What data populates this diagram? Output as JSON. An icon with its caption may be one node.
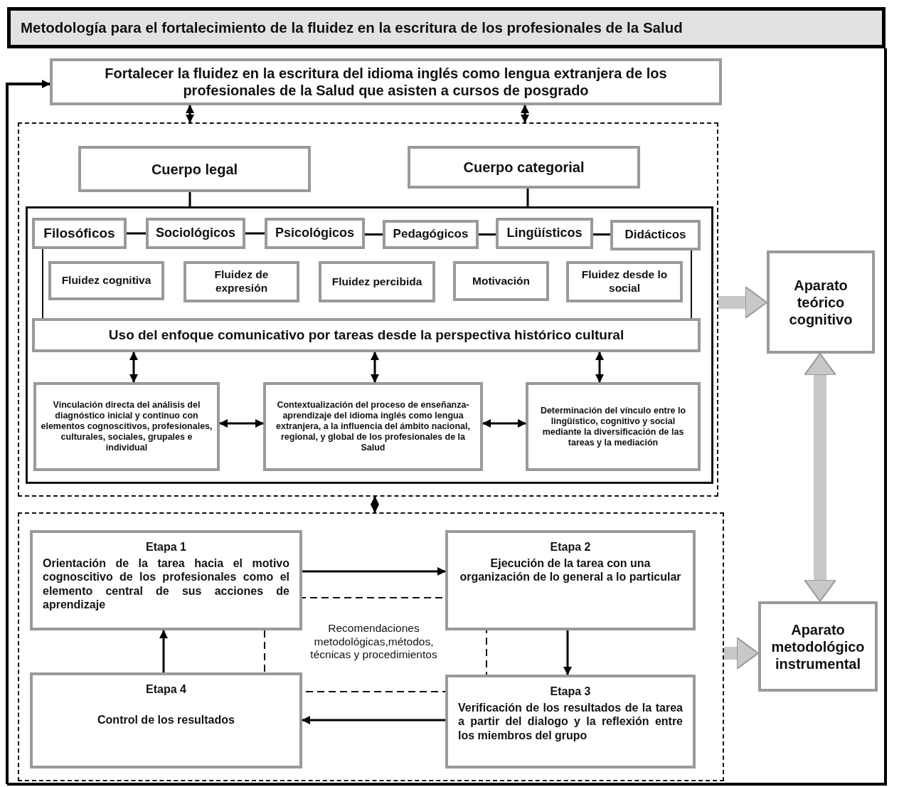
{
  "diagram": {
    "title": "Metodología para el fortalecimiento de la fluidez en la escritura de los profesionales de la Salud",
    "nodes": [
      {
        "text": [
          "Fortalecer la fluidez en la escritura del idioma inglés como lengua extranjera de los profesionales de la Salud que asisten a cursos de posgrado"
        ]
      },
      {
        "text": [],
        "shape": "box"
      },
      {
        "text": [
          "Cuerpo legal"
        ],
        "in": 1
      },
      {
        "text": [
          "Cuerpo categorial"
        ],
        "in": 1
      },
      {
        "text": [],
        "shape": "box",
        "in": 1
      },
      {
        "text": [
          "Filosóficos"
        ],
        "in": 4
      },
      {
        "text": [
          "Sociológicos"
        ],
        "in": 4
      },
      {
        "text": [
          "Psicológicos"
        ],
        "in": 4
      },
      {
        "text": [
          "Pedagógicos"
        ],
        "in": 4
      },
      {
        "text": [
          "Lingüísticos"
        ],
        "in": 4
      },
      {
        "text": [
          "Didácticos"
        ],
        "in": 4
      },
      {
        "text": [
          "Fluidez cognitiva"
        ],
        "in": 4
      },
      {
        "text": [
          "Fluidez de expresión"
        ],
        "in": 4
      },
      {
        "text": [
          "Fluidez percibida"
        ],
        "in": 4
      },
      {
        "text": [
          "Motivación"
        ],
        "in": 4
      },
      {
        "text": [
          "Fluidez desde lo social"
        ],
        "in": 4
      },
      {
        "text": [
          "Uso del enfoque comunicativo por tareas desde la perspectiva histórico cultural"
        ],
        "in": 4
      },
      {
        "text": [
          "Vinculación directa del análisis del diagnóstico inicial y continuo con elementos cognoscitivos, profesionales, culturales, sociales, grupales e individual"
        ],
        "in": 4
      },
      {
        "text": [
          "Contextualización del proceso de enseñanza-aprendizaje del idioma inglés como lengua extranjera, a la influencia del ámbito nacional, regional, y global de los profesionales de la Salud"
        ],
        "in": 4
      },
      {
        "text": [
          "Determinación del vínculo entre lo lingüístico, cognitivo y social mediante la diversificación de las tareas y la mediación"
        ],
        "in": 4
      },
      {
        "text": [],
        "shape": "box"
      },
      {
        "text": [
          "Etapa 1",
          "Orientación de la tarea hacia el motivo cognoscitivo de los profesionales como el elemento central de sus acciones de aprendizaje"
        ],
        "in": 20
      },
      {
        "text": [
          "Etapa 2",
          "Ejecución de la tarea con una organización de lo general a lo particular"
        ],
        "in": 20
      },
      {
        "text": [
          "Etapa 3",
          "Verificación de los resultados de la tarea a partir del dialogo y la reflexión entre los miembros del grupo"
        ],
        "in": 20
      },
      {
        "text": [
          "Etapa 4",
          "Control de los resultados"
        ],
        "in": 20
      },
      {
        "text": [
          "Recomendaciones metodológicas,métodos, técnicas y procedimientos"
        ],
        "in": 20
      },
      {
        "text": [
          "Aparato teórico cognitivo"
        ]
      },
      {
        "text": [
          "Aparato metodológico instrumental"
        ]
      }
    ],
    "edges": [
      {
        "from": null,
        "to": 0,
        "arrow": "to"
      },
      {
        "from": 0,
        "to": 1,
        "arrow": "both"
      },
      {
        "from": 0,
        "to": 1,
        "arrow": "both"
      },
      {
        "from": 2,
        "to": 4,
        "arrow": "none"
      },
      {
        "from": 3,
        "to": 4,
        "arrow": "none"
      },
      {
        "from": 5,
        "to": 6,
        "arrow": "none"
      },
      {
        "from": 6,
        "to": 7,
        "arrow": "none"
      },
      {
        "from": 7,
        "to": 8,
        "arrow": "none"
      },
      {
        "from": 8,
        "to": 9,
        "arrow": "none"
      },
      {
        "from": 9,
        "to": 10,
        "arrow": "none"
      },
      {
        "from": 16,
        "to": 17,
        "arrow": "both"
      },
      {
        "from": 16,
        "to": 18,
        "arrow": "both"
      },
      {
        "from": 16,
        "to": 19,
        "arrow": "both"
      },
      {
        "from": 17,
        "to": 18,
        "arrow": "both"
      },
      {
        "from": 18,
        "to": 19,
        "arrow": "both"
      },
      {
        "from": 1,
        "to": 20,
        "arrow": "both"
      },
      {
        "from": 21,
        "to": 22,
        "arrow": "to"
      },
      {
        "from": 22,
        "to": 23,
        "arrow": "to"
      },
      {
        "from": 23,
        "to": 24,
        "arrow": "to"
      },
      {
        "from": 24,
        "to": 21,
        "arrow": "to"
      },
      {
        "from": 1,
        "to": 26,
        "arrow": "to",
        "style": "thick",
        "color": "#c8c8c8"
      },
      {
        "from": 20,
        "to": 27,
        "arrow": "to",
        "style": "thick",
        "color": "#c8c8c8"
      },
      {
        "from": 26,
        "to": 27,
        "arrow": "both",
        "style": "thick",
        "color": "#c8c8c8"
      }
    ]
  }
}
